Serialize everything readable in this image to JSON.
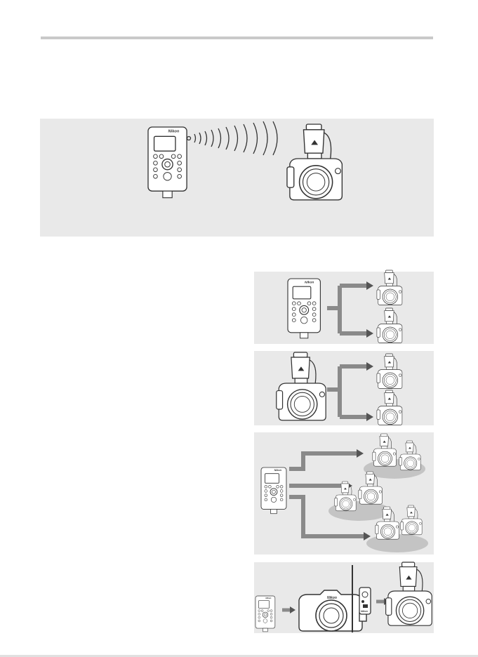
{
  "brand": "Nikon",
  "colors": {
    "panel": "#e9e9e9",
    "rule": "#c9c9c9",
    "line": "#333333",
    "arrow": "#8a8a8a",
    "shadow": "#c4c4c4"
  },
  "illustrations": [
    "remote-to-camera-radio-wave",
    "remote-to-two-cameras",
    "camera-to-two-cameras",
    "remote-to-three-camera-groups",
    "remote-control-setups"
  ]
}
